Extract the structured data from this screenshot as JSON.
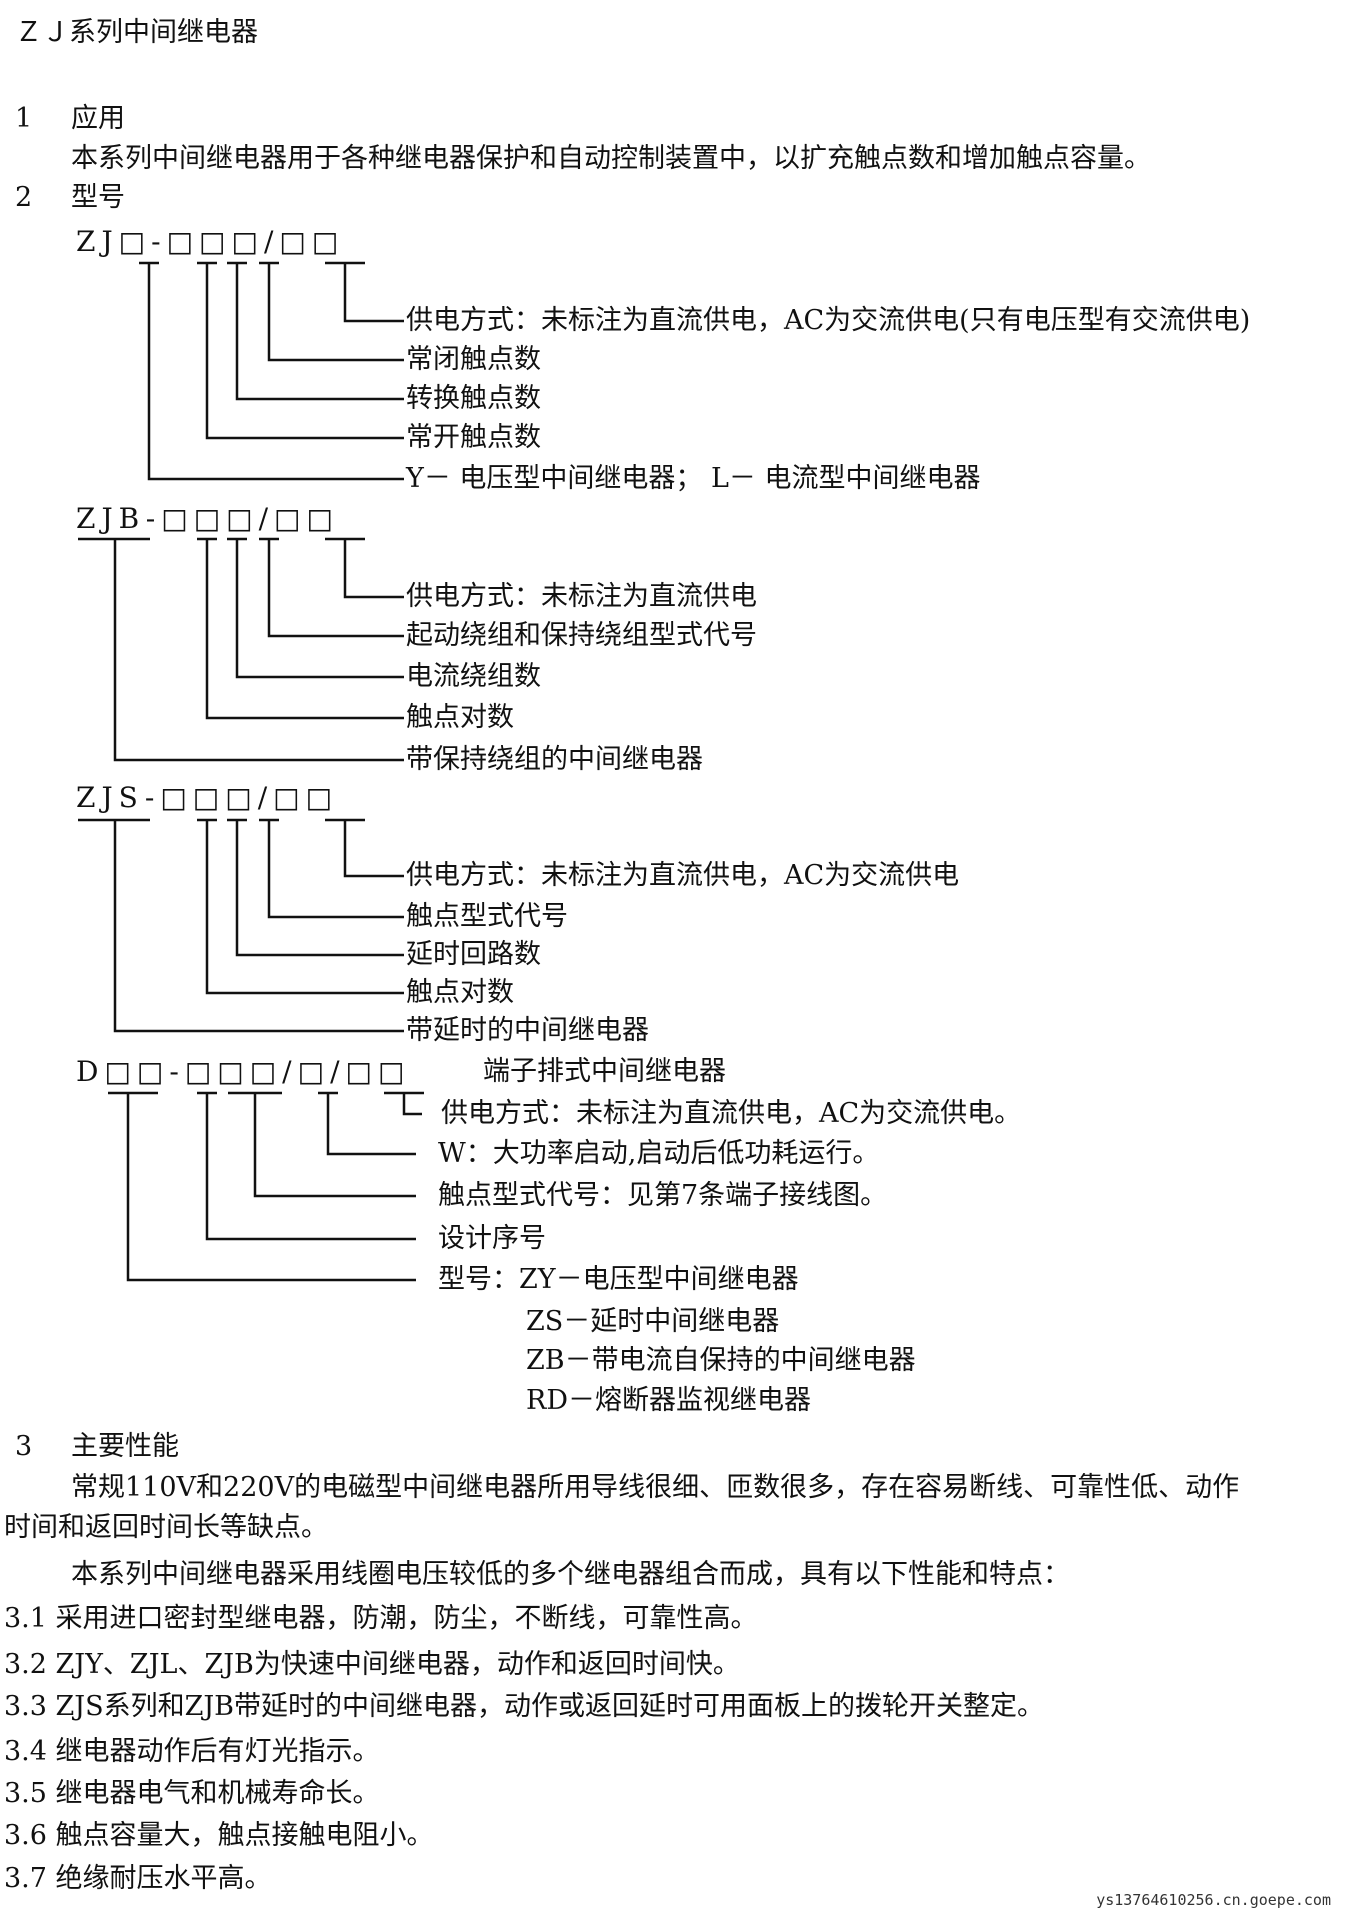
{
  "title": "ＺＪ系列中间继电器",
  "s1": {
    "num": "1",
    "heading": "应用",
    "body": "本系列中间继电器用于各种继电器保护和自动控制装置中，以扩充触点数和增加触点容量。"
  },
  "s2": {
    "num": "2",
    "heading": "型号",
    "zj": {
      "code": "ZJ□-□□□/□□",
      "labels": [
        "供电方式：未标注为直流供电，AC为交流供电(只有电压型有交流供电)",
        "常闭触点数",
        "转换触点数",
        "常开触点数",
        "Y－ 电压型中间继电器； L－ 电流型中间继电器"
      ]
    },
    "zjb": {
      "code": "ZJB-□□□/□□",
      "labels": [
        "供电方式：未标注为直流供电",
        "起动绕组和保持绕组型式代号",
        "电流绕组数",
        "触点对数",
        "带保持绕组的中间继电器"
      ]
    },
    "zjs": {
      "code": "ZJS-□□□/□□",
      "labels": [
        "供电方式：未标注为直流供电，AC为交流供电",
        "触点型式代号",
        "延时回路数",
        "触点对数",
        "带延时的中间继电器"
      ]
    },
    "d": {
      "code": "D□□-□□□/□/□□",
      "desc": "端子排式中间继电器",
      "labels": [
        "供电方式：未标注为直流供电，AC为交流供电。",
        "W：大功率启动,启动后低功耗运行。",
        "触点型式代号：见第7条端子接线图。",
        "设计序号",
        "型号：ZY－电压型中间继电器"
      ],
      "types": [
        "ZS－延时中间继电器",
        "ZB－带电流自保持的中间继电器",
        "RD－熔断器监视继电器"
      ]
    }
  },
  "s3": {
    "num": "3",
    "heading": "主要性能",
    "p1a": "常规110V和220V的电磁型中间继电器所用导线很细、匝数很多，存在容易断线、可靠性低、动作",
    "p1b": "时间和返回时间长等缺点。",
    "p2": "本系列中间继电器采用线圈电压较低的多个继电器组合而成，具有以下性能和特点：",
    "items": [
      "3.1 采用进口密封型继电器，防潮，防尘，不断线，可靠性高。",
      "3.2 ZJY、ZJL、ZJB为快速中间继电器，动作和返回时间快。",
      "3.3 ZJS系列和ZJB带延时的中间继电器，动作或返回延时可用面板上的拨轮开关整定。",
      "3.4 继电器动作后有灯光指示。",
      "3.5 继电器电气和机械寿命长。",
      "3.6 触点容量大，触点接触电阻小。",
      "3.7 绝缘耐压水平高。"
    ]
  },
  "watermark": "ys13764610256.cn.goepe.com"
}
